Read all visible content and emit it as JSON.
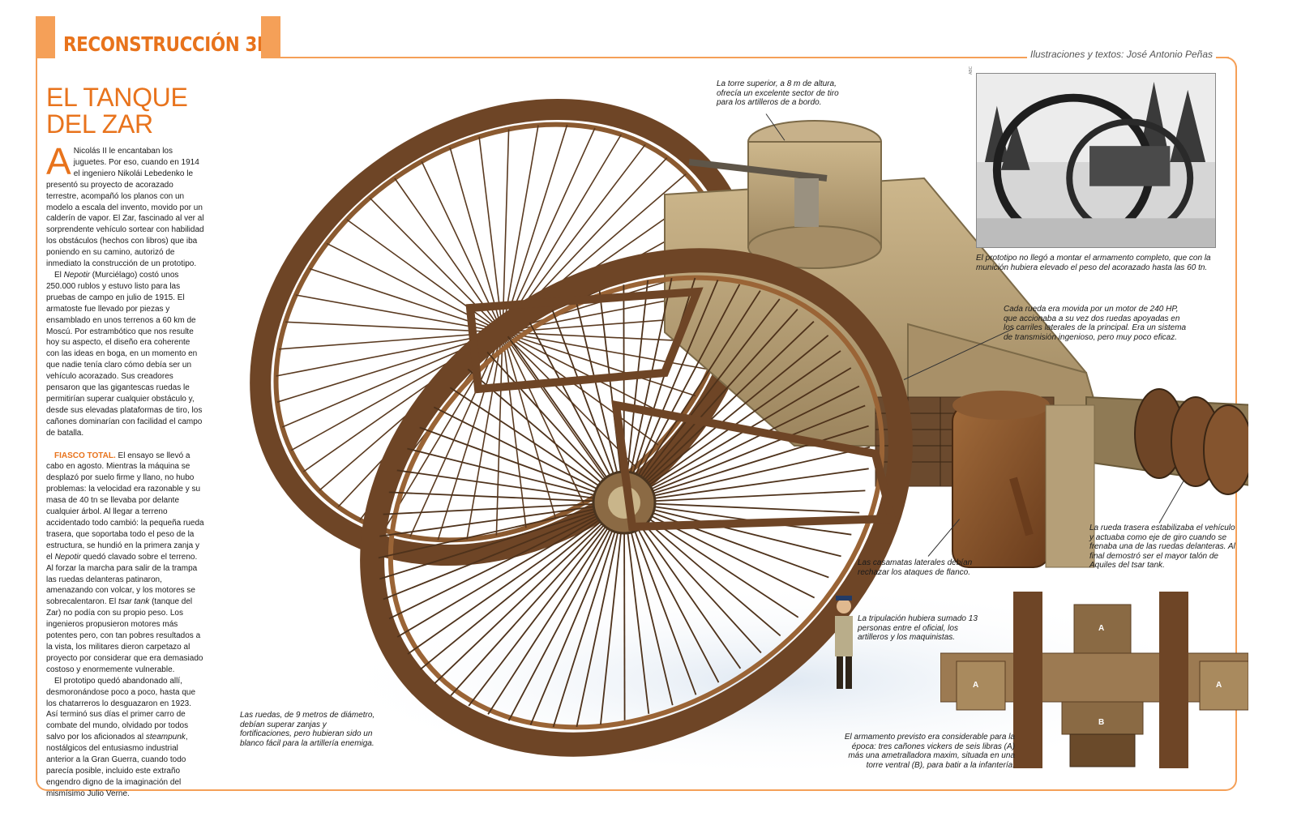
{
  "header": {
    "section_title": "RECONSTRUCCIÓN 3D",
    "credit": "Ilustraciones y textos: José Antonio Peñas"
  },
  "article": {
    "headline_line1": "EL TANQUE",
    "headline_line2": "DEL ZAR",
    "dropcap": "A",
    "p1": "Nicolás II le encantaban los juguetes. Por eso, cuando en 1914 el ingeniero Nikolái Lebedenko le presentó su proyecto de acorazado terrestre, acompañó los planos con un modelo a escala del invento, movido por un calderín de vapor. El Zar, fascinado al ver al sorprendente vehículo sortear con habilidad los obstáculos (hechos con libros) que iba poniendo en su camino, autorizó de inmediato la construcción de un prototipo.",
    "p2_pre": "El ",
    "p2_italic": "Nepotir",
    "p2_post": " (Murciélago) costó unos 250.000 rublos y estuvo listo para las pruebas de campo en julio de 1915. El armatoste fue llevado por piezas y ensamblado en unos terrenos a 60 km de Moscú. Por estrambótico que nos resulte hoy su aspecto, el diseño era coherente con las ideas en boga, en un momento en que nadie tenía claro cómo debía ser un vehículo acorazado. Sus creadores pensaron que las gigantescas ruedas le permitirían superar cualquier obstáculo y, desde sus elevadas plataformas de tiro, los cañones dominarían con facilidad el campo de batalla.",
    "section_head": "FIASCO TOTAL.",
    "p3_a": " El ensayo se llevó a cabo en agosto. Mientras la máquina se desplazó por suelo firme y llano, no hubo problemas: la velocidad era razonable y su masa de 40 tn se llevaba por delante cualquier árbol. Al llegar a terreno accidentado todo cambió: la pequeña rueda trasera, que soportaba todo el peso de la estructura, se hundió en la primera zanja y el ",
    "p3_i1": "Nepotir",
    "p3_b": " quedó clavado sobre el terreno. Al forzar la marcha para salir de la trampa las ruedas delanteras patinaron, amenazando con volcar, y los motores se sobrecalentaron. El ",
    "p3_i2": "tsar tank",
    "p3_c": " (tanque del Zar) no podía con su propio peso. Los ingenieros propusieron motores más potentes pero, con tan pobres resultados a la vista, los militares dieron carpetazo al proyecto por considerar que era demasiado costoso y enormemente vulnerable.",
    "p4_a": "El prototipo quedó abandonado allí, desmoronándose poco a poco, hasta que los chatarreros lo desguazaron en 1923. Así terminó sus días el primer carro de combate del mundo, olvidado por todos salvo por los aficionados al ",
    "p4_i": "steampunk",
    "p4_b": ", nostálgicos del entusiasmo industrial anterior a la Gran Guerra, cuando todo parecía posible, incluido este extraño engendro digno de la imaginación del mismísimo Julio Verne."
  },
  "photo": {
    "credit": "ABC",
    "caption": "El prototipo no llegó a montar el armamento completo, que con la munición hubiera elevado el peso del acorazado hasta las 60 tn."
  },
  "callouts": {
    "tower": "La torre superior, a 8 m de altura, ofrecía un excelente sector de tiro para los artilleros de a bordo.",
    "motor": "Cada rueda era movida por un motor de 240 HP, que accionaba a su vez dos ruedas apoyadas en los carriles laterales de la principal. Era un sistema de transmisión ingenioso, pero muy poco eficaz.",
    "rear_wheel_a": "La rueda trasera estabilizaba el vehículo y actuaba como eje de giro cuando se frenaba una de las ruedas delanteras. Al final demostró ser el mayor talón de Aquiles del ",
    "rear_wheel_i": "tsar tank",
    "rear_wheel_b": ".",
    "casemates": "Las casamatas laterales debían rechazar los ataques de flanco.",
    "crew": "La tripulación hubiera sumado 13 personas entre el oficial, los artilleros y los maquinistas.",
    "wheels": "Las ruedas, de 9 metros de diámetro, debían superar zanjas y fortificaciones, pero hubieran sido un blanco fácil para la artillería enemiga.",
    "armament": "El armamento previsto era considerable para la época: tres cañones vickers de seis libras (A) más una ametralladora maxim, situada en una torre ventral (B), para batir a la infantería."
  },
  "plan_labels": {
    "a_top": "A",
    "a_left": "A",
    "a_right": "A",
    "b": "B"
  },
  "colors": {
    "accent": "#e8731c",
    "accent_light": "#f5a058",
    "rust": "#7a4a22",
    "khaki": "#b9a27a"
  }
}
